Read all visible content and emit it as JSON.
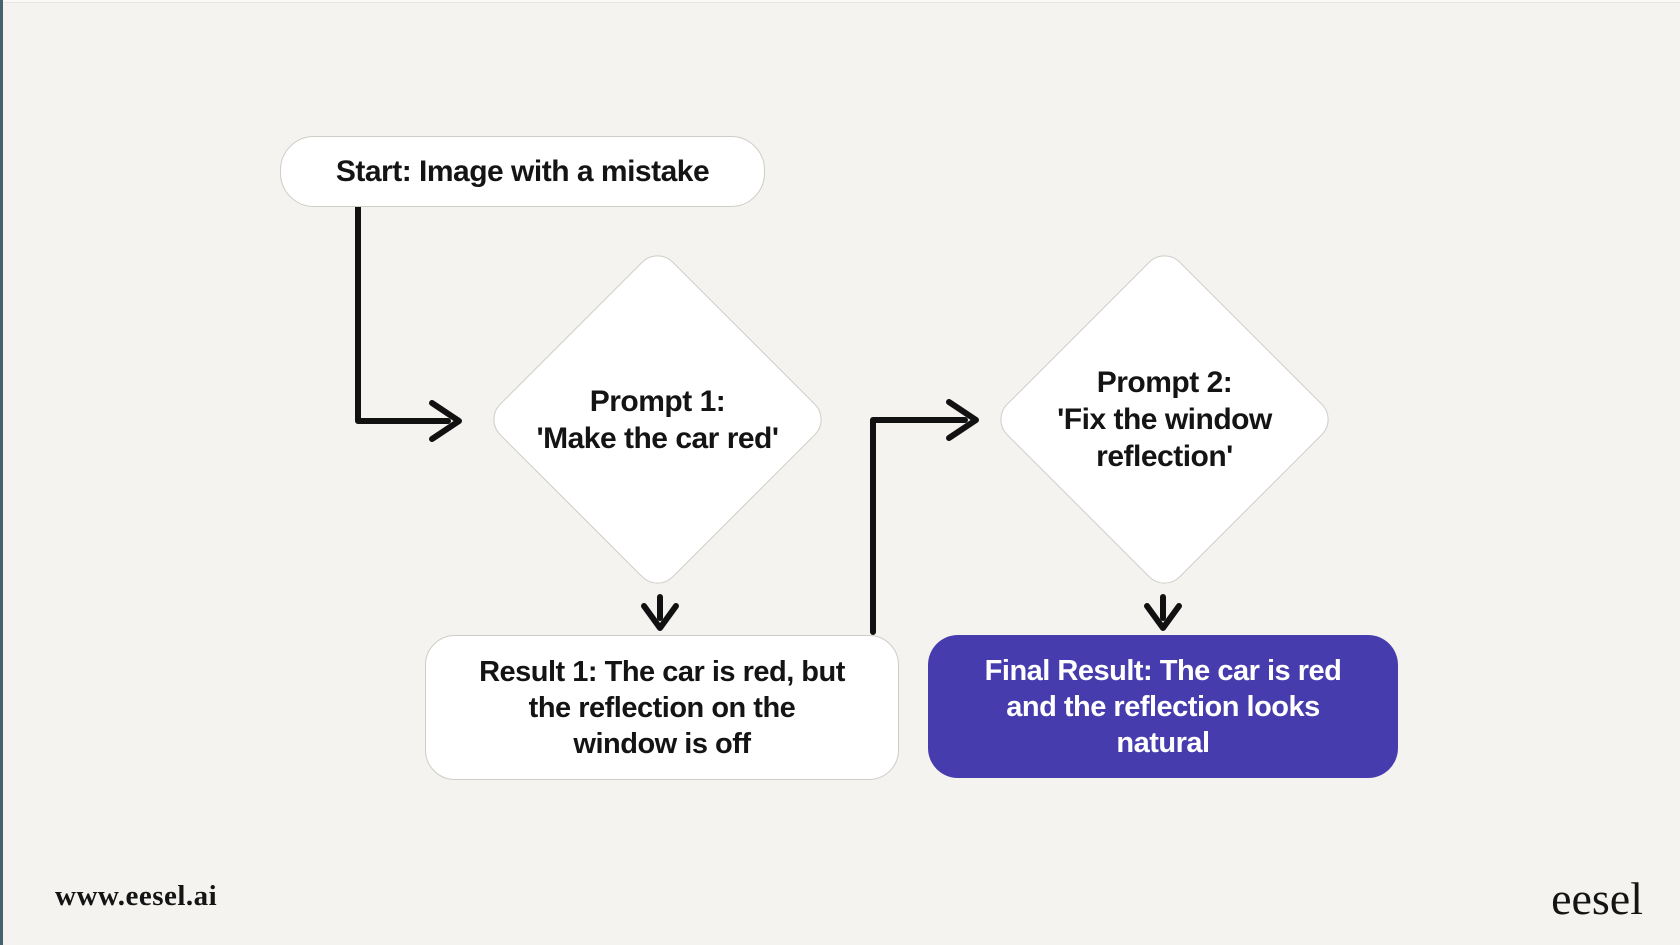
{
  "colors": {
    "background": "#f4f3ef",
    "accent-edge": "#46616e",
    "node-bg": "#ffffff",
    "node-border": "#cfccc7",
    "node-text": "#141414",
    "final-bg": "#463cad",
    "final-text": "#ffffff",
    "arrow": "#111111",
    "footer-text": "#141414"
  },
  "nodes": {
    "start": {
      "label": "Start: Image with a mistake"
    },
    "prompt1": {
      "lines": [
        "Prompt 1:",
        "'Make the car red'"
      ]
    },
    "prompt2": {
      "lines": [
        "Prompt 2:",
        "'Fix the window",
        "reflection'"
      ]
    },
    "result1": {
      "lines": [
        "Result 1: The car is red, but",
        "the reflection on the",
        "window is off"
      ]
    },
    "final": {
      "lines": [
        "Final Result: The car is red",
        "and the reflection looks",
        "natural"
      ]
    }
  },
  "footer": {
    "website": "www.eesel.ai",
    "brand": "eesel"
  }
}
